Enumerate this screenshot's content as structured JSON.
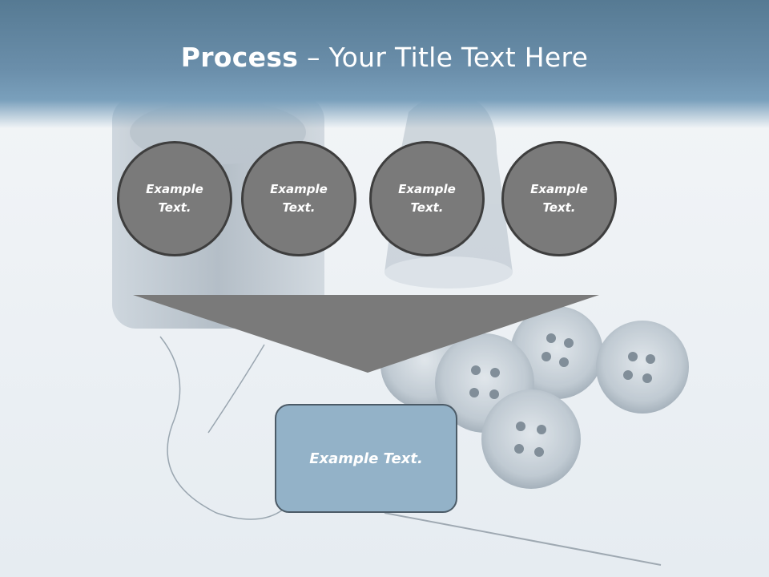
{
  "title": {
    "bold": "Process",
    "rest": " – Your Title Text Here"
  },
  "steps": [
    {
      "label": "Example Text."
    },
    {
      "label": "Example Text."
    },
    {
      "label": "Example Text."
    },
    {
      "label": "Example Text."
    }
  ],
  "result": {
    "label": "Example Text."
  },
  "colors": {
    "header": "#6b8fab",
    "circle_fill": "#7a7a7a",
    "circle_border": "#3e3e3e",
    "funnel": "#7a7a7a",
    "result_fill": "#93b2c8",
    "text": "#ffffff"
  },
  "background_image": "sewing-buttons-thread-thimble"
}
